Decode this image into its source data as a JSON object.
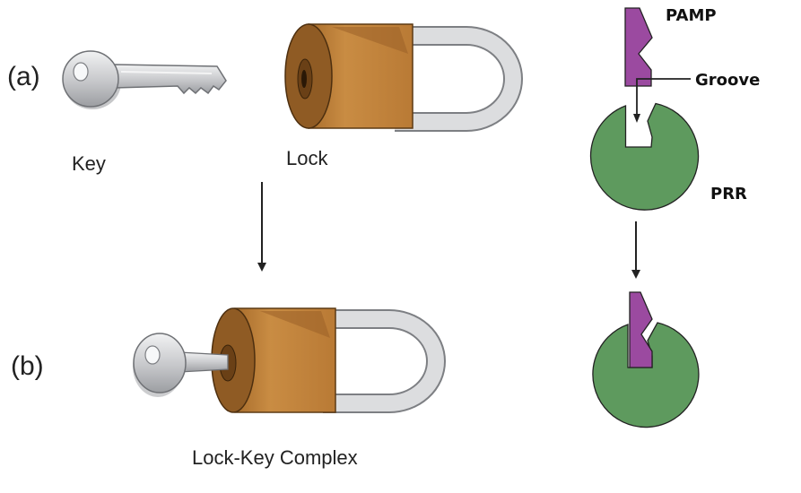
{
  "panels": {
    "a": "(a)",
    "b": "(b)"
  },
  "left": {
    "key_label": "Key",
    "lock_label": "Lock",
    "complex_label": "Lock-Key Complex"
  },
  "right": {
    "pamp_label": "PAMP",
    "groove_label": "Groove",
    "prr_label": "PRR"
  },
  "colors": {
    "key": "#c8c9cc",
    "key_highlight": "#eceff1",
    "lock_body": "#c5873e",
    "lock_dark": "#8a5a22",
    "shackle": "#d9dadc",
    "pamp": "#9b4aa0",
    "prr": "#5e9a5e",
    "arrow": "#222222"
  }
}
